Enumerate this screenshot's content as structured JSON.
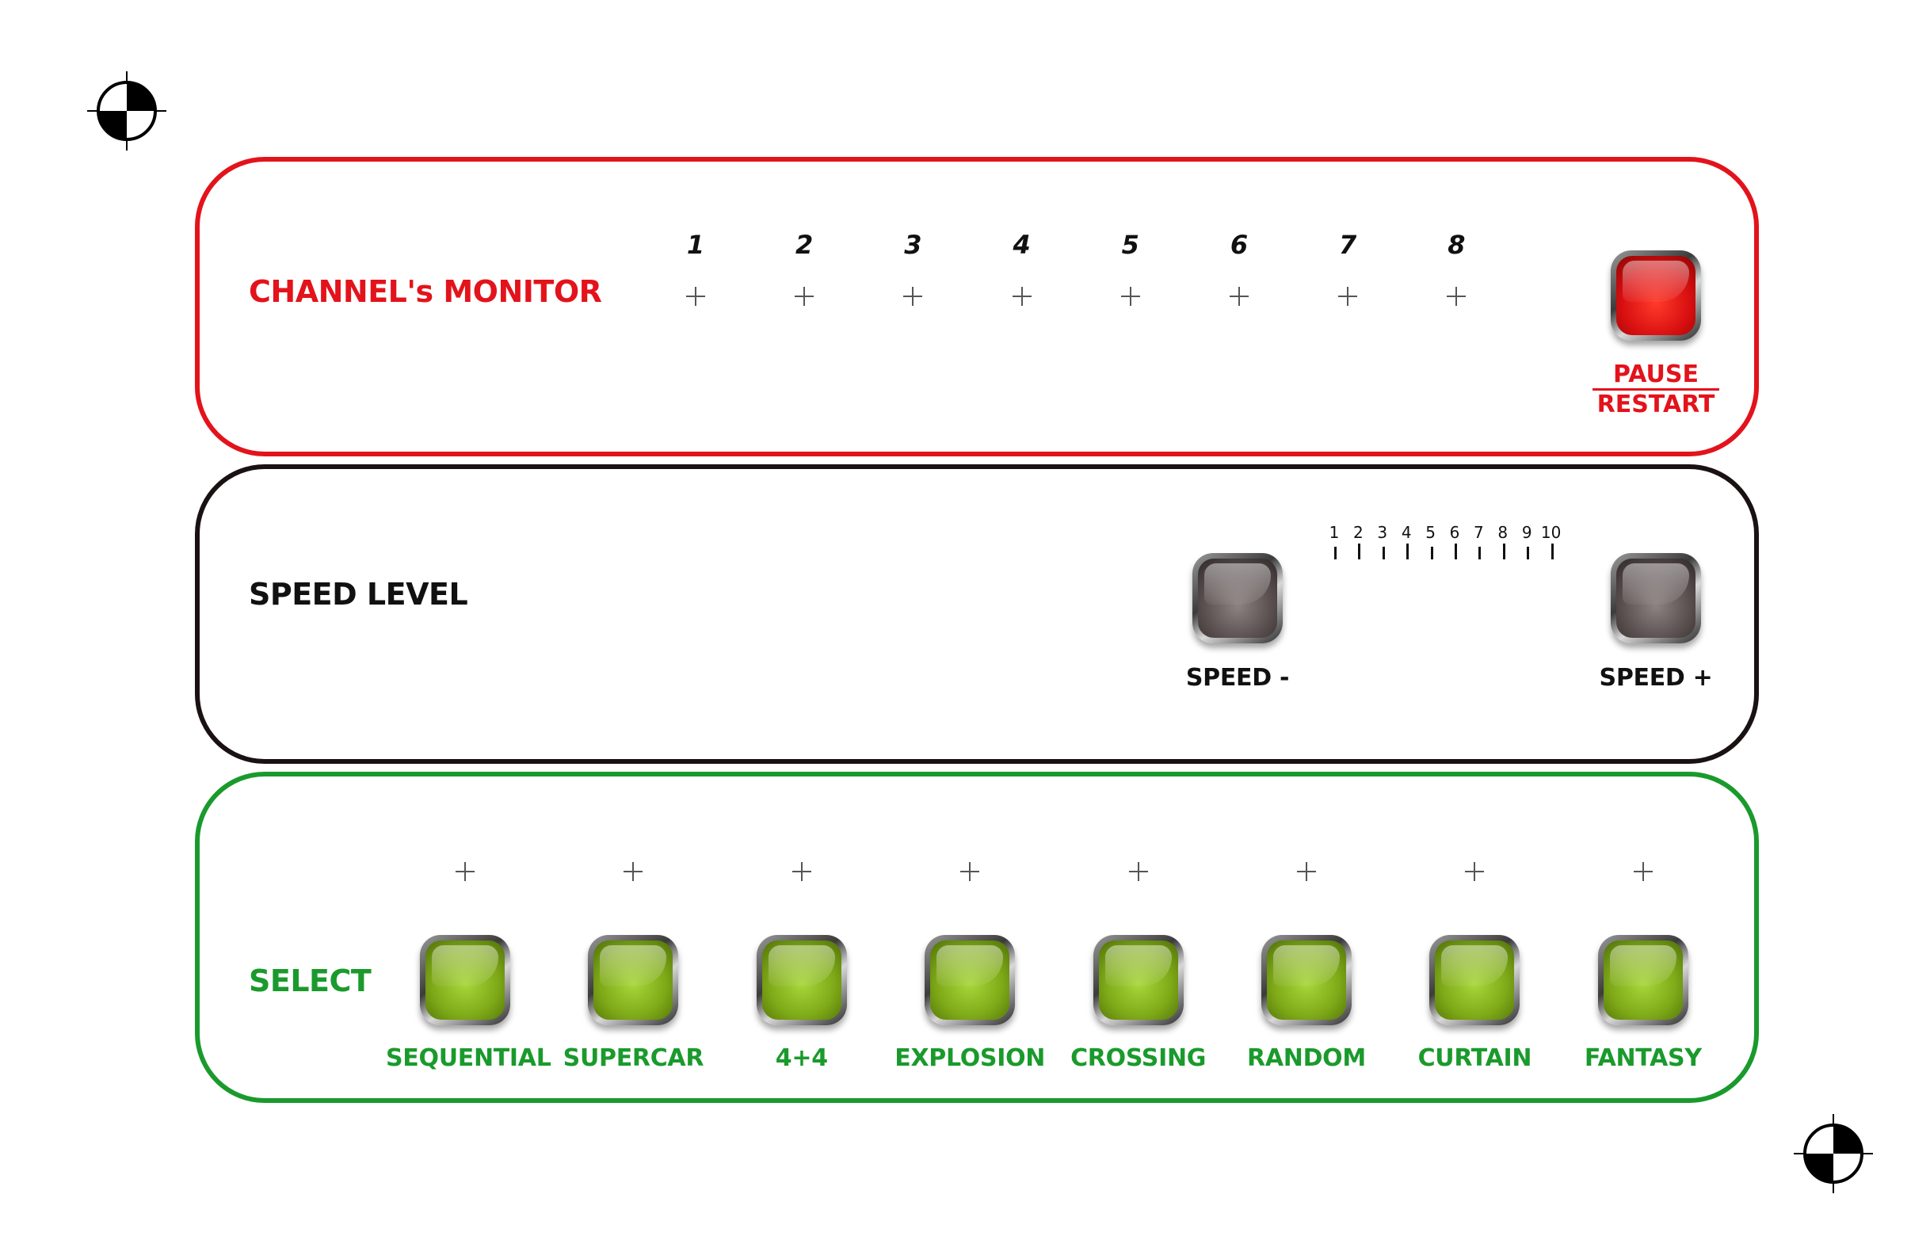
{
  "channel_monitor": {
    "title": "CHANNEL's MONITOR",
    "channels": [
      "1",
      "2",
      "3",
      "4",
      "5",
      "6",
      "7",
      "8"
    ],
    "pause_label": "PAUSE",
    "restart_label": "RESTART"
  },
  "speed_level": {
    "title": "SPEED LEVEL",
    "scale": [
      "1",
      "2",
      "3",
      "4",
      "5",
      "6",
      "7",
      "8",
      "9",
      "10"
    ],
    "speed_minus_label": "SPEED -",
    "speed_plus_label": "SPEED +"
  },
  "select": {
    "title": "SELECT",
    "modes": [
      "SEQUENTIAL",
      "SUPERCAR",
      "4+4",
      "EXPLOSION",
      "CROSSING",
      "RANDOM",
      "CURTAIN",
      "FANTASY"
    ]
  },
  "colors": {
    "red": "#e3131b",
    "black": "#1a1212",
    "green": "#1a9a2c"
  },
  "icons": {
    "registration_mark": "registration-target-icon",
    "indicator": "cross-indicator-icon"
  }
}
